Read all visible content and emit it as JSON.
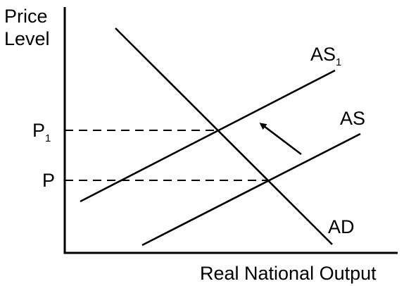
{
  "y_axis_label_line1": "Price",
  "y_axis_label_line2": "Level",
  "x_axis_label": "Real National Output",
  "price_high": {
    "main": "P",
    "sub": "1"
  },
  "price_low": {
    "main": "P"
  },
  "curve_as1": {
    "main": "AS",
    "sub": "1"
  },
  "curve_as": {
    "main": "AS"
  },
  "curve_ad": {
    "main": "AD"
  },
  "shift_direction": "AS shifts left/up to AS1"
}
